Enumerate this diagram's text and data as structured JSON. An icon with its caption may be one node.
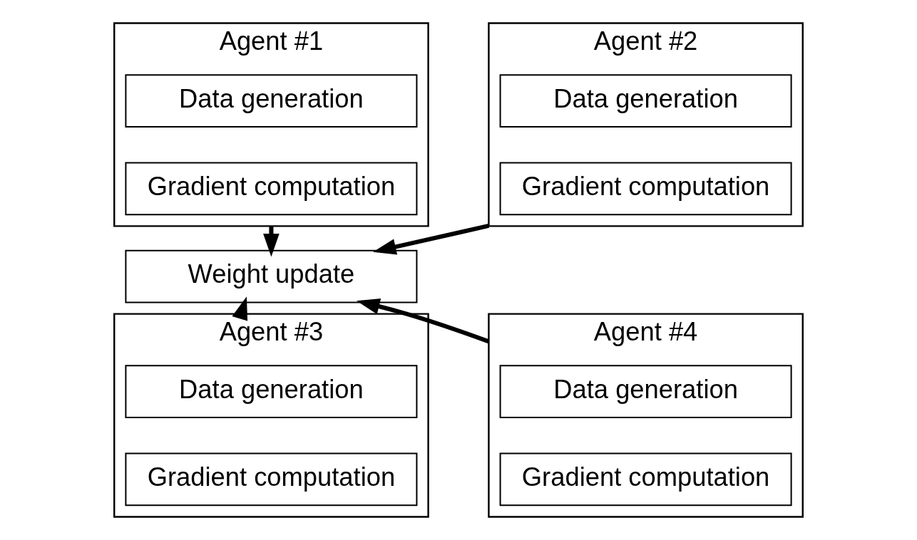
{
  "diagram": {
    "nodes": [
      {
        "text": [
          "Agent #1"
        ]
      },
      {
        "text": [
          "Data generation"
        ],
        "in": 0
      },
      {
        "text": [
          "Gradient computation"
        ],
        "in": 0
      },
      {
        "text": [
          "Agent #2"
        ]
      },
      {
        "text": [
          "Data generation"
        ],
        "in": 3
      },
      {
        "text": [
          "Gradient computation"
        ],
        "in": 3
      },
      {
        "text": [
          "Weight update"
        ]
      },
      {
        "text": [
          "Agent #3"
        ]
      },
      {
        "text": [
          "Data generation"
        ],
        "in": 7
      },
      {
        "text": [
          "Gradient computation"
        ],
        "in": 7
      },
      {
        "text": [
          "Agent #4"
        ]
      },
      {
        "text": [
          "Data generation"
        ],
        "in": 10
      },
      {
        "text": [
          "Gradient computation"
        ],
        "in": 10
      }
    ],
    "edges": [
      {
        "from": 0,
        "to": 6,
        "arrow": "to"
      },
      {
        "from": 3,
        "to": 6,
        "arrow": "to"
      },
      {
        "from": 7,
        "to": 6,
        "arrow": "to"
      },
      {
        "from": 10,
        "to": 6,
        "arrow": "to"
      }
    ]
  }
}
